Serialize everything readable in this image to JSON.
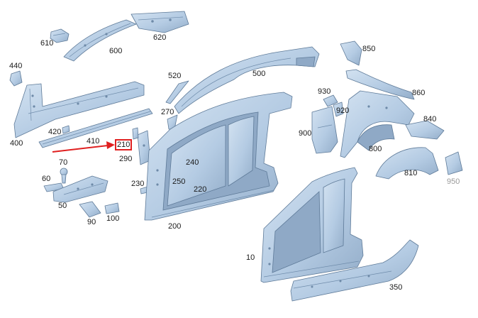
{
  "colors": {
    "part_fill": "#b7cde4",
    "part_stroke": "#5e7a98",
    "highlight": "#e02020",
    "label": "#1a1a1a",
    "label_dim": "#9a9a9a"
  },
  "highlighted_part": "210",
  "callouts": [
    {
      "id": "610",
      "label": "610"
    },
    {
      "id": "600",
      "label": "600"
    },
    {
      "id": "620",
      "label": "620"
    },
    {
      "id": "440",
      "label": "440"
    },
    {
      "id": "400",
      "label": "400"
    },
    {
      "id": "420",
      "label": "420"
    },
    {
      "id": "410",
      "label": "410"
    },
    {
      "id": "210",
      "label": "210"
    },
    {
      "id": "290",
      "label": "290"
    },
    {
      "id": "70",
      "label": "70"
    },
    {
      "id": "60",
      "label": "60"
    },
    {
      "id": "50",
      "label": "50"
    },
    {
      "id": "90",
      "label": "90"
    },
    {
      "id": "100",
      "label": "100"
    },
    {
      "id": "520",
      "label": "520"
    },
    {
      "id": "500",
      "label": "500"
    },
    {
      "id": "270",
      "label": "270"
    },
    {
      "id": "240",
      "label": "240"
    },
    {
      "id": "250",
      "label": "250"
    },
    {
      "id": "220",
      "label": "220"
    },
    {
      "id": "230",
      "label": "230"
    },
    {
      "id": "200",
      "label": "200"
    },
    {
      "id": "850",
      "label": "850"
    },
    {
      "id": "860",
      "label": "860"
    },
    {
      "id": "930",
      "label": "930"
    },
    {
      "id": "920",
      "label": "920"
    },
    {
      "id": "900",
      "label": "900"
    },
    {
      "id": "840",
      "label": "840"
    },
    {
      "id": "800",
      "label": "800"
    },
    {
      "id": "810",
      "label": "810"
    },
    {
      "id": "950",
      "label": "950"
    },
    {
      "id": "10",
      "label": "10"
    },
    {
      "id": "350",
      "label": "350"
    }
  ]
}
